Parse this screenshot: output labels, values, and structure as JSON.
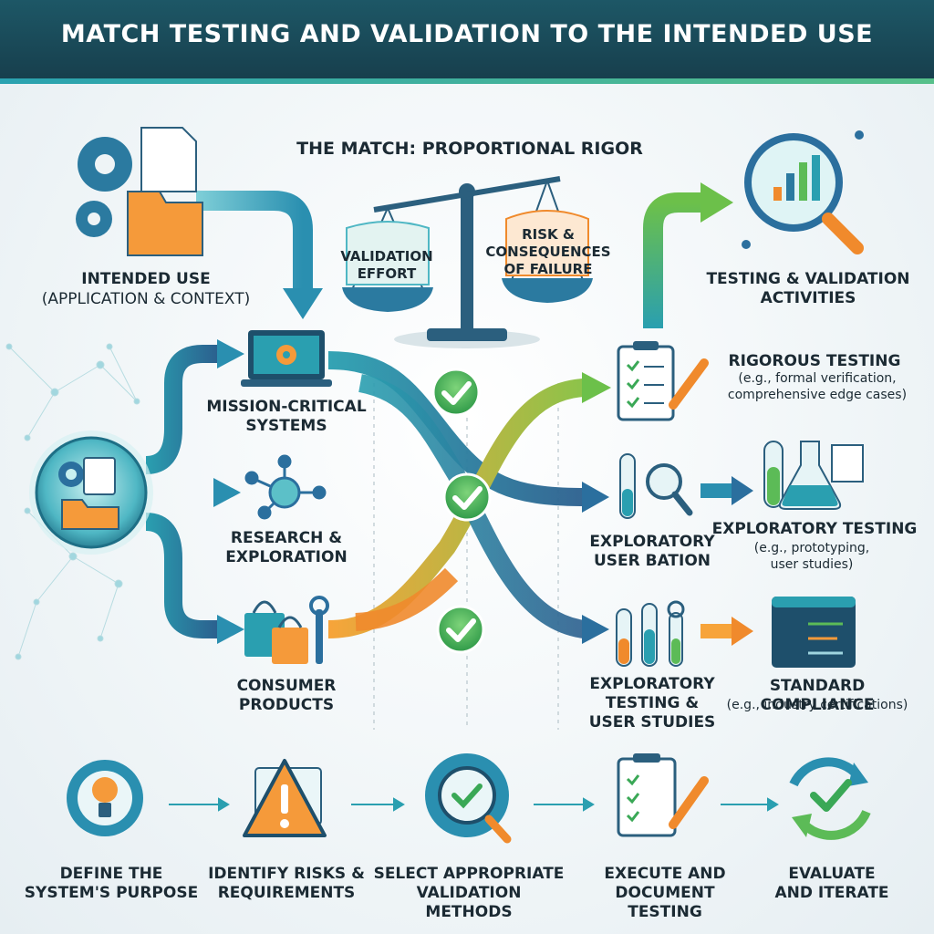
{
  "title": "MATCH TESTING AND VALIDATION TO THE INTENDED USE",
  "match": {
    "heading": "THE MATCH: PROPORTIONAL RIGOR",
    "left_pan": "VALIDATION EFFORT",
    "right_pan": "RISK & CONSEQUENCES OF FAILURE"
  },
  "intended_use": {
    "line1": "INTENDED USE",
    "line2": "(APPLICATION & CONTEXT)"
  },
  "testing_activities": "TESTING & VALIDATION ACTIVITIES",
  "applications": [
    {
      "label": "MISSION-CRITICAL SYSTEMS",
      "icon": "laptop-gear-icon"
    },
    {
      "label": "RESEARCH & EXPLORATION",
      "icon": "network-node-icon"
    },
    {
      "label": "CONSUMER PRODUCTS",
      "icon": "shopping-bag-icon"
    }
  ],
  "methods": [
    {
      "label": "",
      "icon": "clipboard-checklist-icon"
    },
    {
      "label": "EXPLORATORY USER BATION",
      "icon": "test-tubes-magnifier-icon"
    },
    {
      "label": "EXPLORATORY TESTING & USER STUDIES",
      "icon": "test-tubes-icon"
    }
  ],
  "outcomes": [
    {
      "title": "RIGOROUS TESTING",
      "detail": "(e.g., formal verification, comprehensive edge cases)",
      "icon": "clipboard-pen-icon"
    },
    {
      "title": "EXPLORATORY TESTING",
      "detail": "(e.g., prototyping, user studies)",
      "icon": "lab-flask-icon"
    },
    {
      "title": "STANDARD COMPLIANCE",
      "detail": "(e.g., industry certifications)",
      "icon": "code-terminal-icon"
    }
  ],
  "steps": [
    {
      "label": "DEFINE THE SYSTEM'S PURPOSE",
      "icon": "lightbulb-gear-icon"
    },
    {
      "label": "IDENTIFY RISKS & REQUIREMENTS",
      "icon": "warning-icon"
    },
    {
      "label": "SELECT APPROPRIATE VALIDATION METHODS",
      "icon": "gear-check-icon"
    },
    {
      "label": "EXECUTE AND DOCUMENT TESTING",
      "icon": "clipboard-pen-icon"
    },
    {
      "label": "EVALUATE AND ITERATE",
      "icon": "cycle-check-icon"
    }
  ],
  "colors": {
    "banner": "#1a4b59",
    "teal": "#2a9fb0",
    "blue": "#2b6f9e",
    "green": "#5cbb57",
    "orange": "#f08a2c",
    "check": "#3aa856",
    "text": "#1b2a33"
  }
}
